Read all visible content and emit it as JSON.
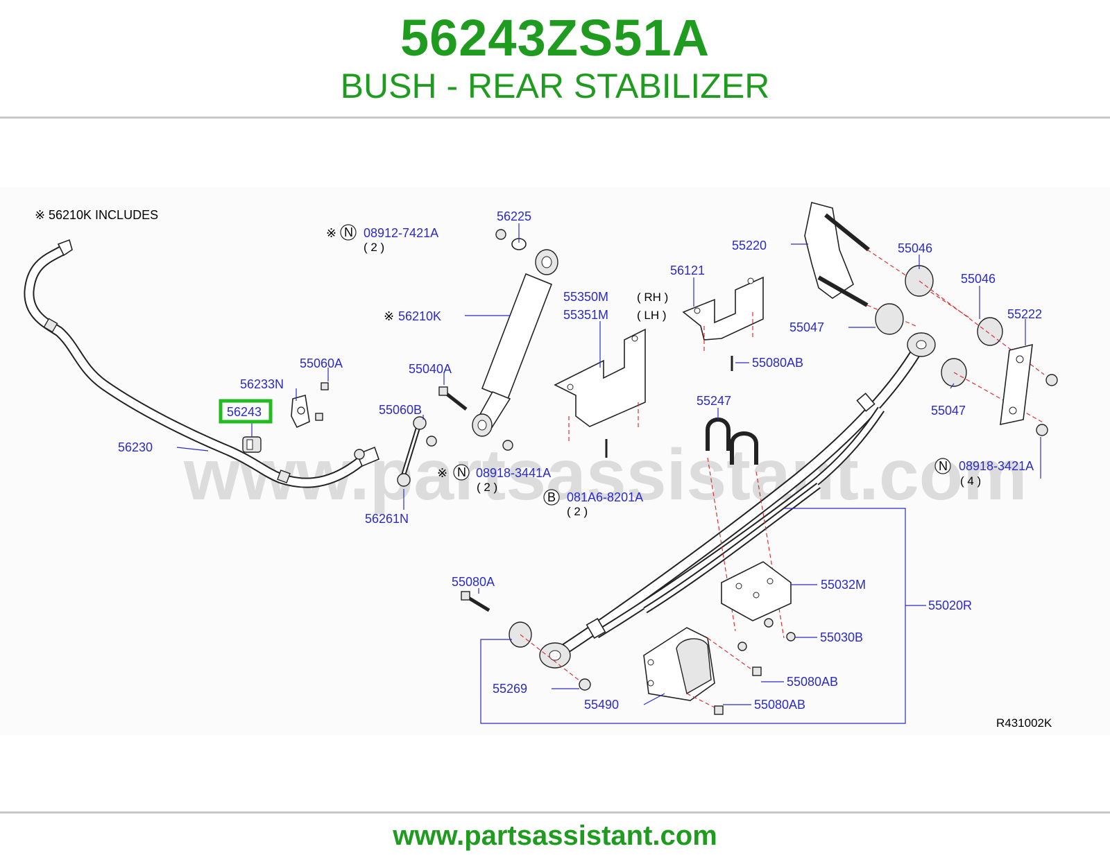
{
  "header": {
    "part_number": "56243ZS51A",
    "part_name": "BUSH - REAR STABILIZER"
  },
  "footer": {
    "url": "www.partsassistant.com"
  },
  "diagram": {
    "watermark": "www.partsassistant.com",
    "note_mark": "※",
    "includes_note": "56210K   INCLUDES",
    "reference_code": "R431002K",
    "highlight_color": "#22bb22",
    "label_color": "#2a2acc",
    "labels": {
      "p56225": "56225",
      "p08912": "08912-7421A",
      "p08912_qty": "( 2 )",
      "p56210k": "56210K",
      "p55350m": "55350M",
      "p55350m_side": "( RH )",
      "p55351m": "55351M",
      "p55351m_side": "( LH )",
      "p56121": "56121",
      "p55220": "55220",
      "p55046a": "55046",
      "p55046b": "55046",
      "p55222": "55222",
      "p55047a": "55047",
      "p55047b": "55047",
      "p55080ab_top": "55080AB",
      "p55060a": "55060A",
      "p56233n": "56233N",
      "p56243": "56243",
      "p56230": "56230",
      "p55040a": "55040A",
      "p55060b": "55060B",
      "p08918_3441": "08918-3441A",
      "p08918_3441_qty": "( 2 )",
      "p081a6": "081A6-8201A",
      "p081a6_qty": "( 2 )",
      "p56261n": "56261N",
      "p55247": "55247",
      "p08918_3421": "08918-3421A",
      "p08918_3421_qty": "( 4 )",
      "p55080a": "55080A",
      "p55032m": "55032M",
      "p55020r": "55020R",
      "p55030b": "55030B",
      "p55080ab_mid": "55080AB",
      "p55080ab_low": "55080AB",
      "p55269": "55269",
      "p55490": "55490"
    },
    "circle_marks": {
      "n1": "N",
      "n2": "N",
      "n3": "N",
      "b1": "B"
    }
  }
}
